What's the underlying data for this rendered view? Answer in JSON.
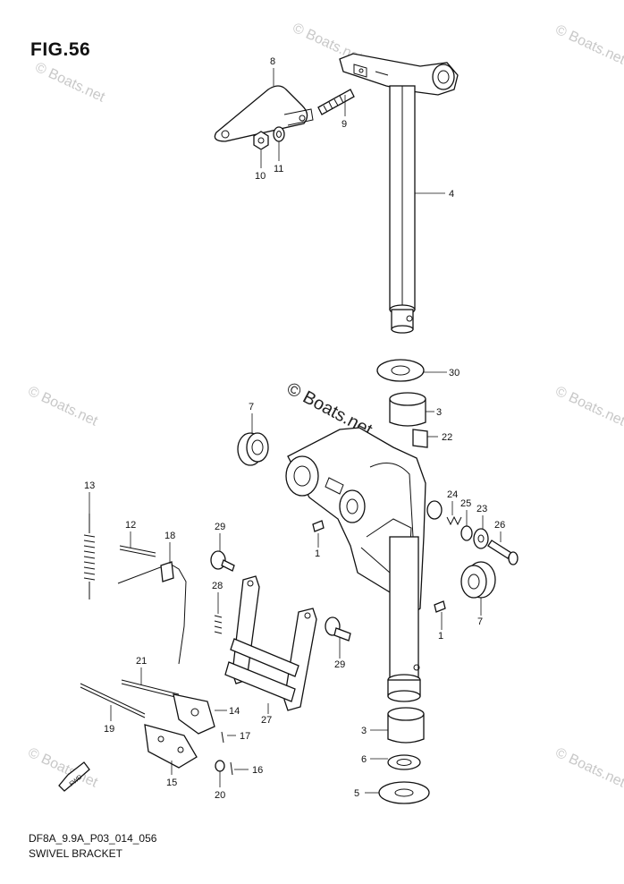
{
  "figure": {
    "title": "FIG.56",
    "code": "DF8A_9.9A_P03_014_056",
    "name": "SWIVEL BRACKET",
    "watermark": "© Boats.net",
    "direction_label": "FWD"
  },
  "callouts": [
    {
      "id": "c8",
      "label": "8"
    },
    {
      "id": "c9",
      "label": "9"
    },
    {
      "id": "c10",
      "label": "10"
    },
    {
      "id": "c11",
      "label": "11"
    },
    {
      "id": "c4",
      "label": "4"
    },
    {
      "id": "c30",
      "label": "30"
    },
    {
      "id": "c3a",
      "label": "3"
    },
    {
      "id": "c22",
      "label": "22"
    },
    {
      "id": "c7a",
      "label": "7"
    },
    {
      "id": "c13",
      "label": "13"
    },
    {
      "id": "c12",
      "label": "12"
    },
    {
      "id": "c18",
      "label": "18"
    },
    {
      "id": "c29a",
      "label": "29"
    },
    {
      "id": "c28",
      "label": "28"
    },
    {
      "id": "c1a",
      "label": "1"
    },
    {
      "id": "c24",
      "label": "24"
    },
    {
      "id": "c25",
      "label": "25"
    },
    {
      "id": "c23",
      "label": "23"
    },
    {
      "id": "c26",
      "label": "26"
    },
    {
      "id": "c7b",
      "label": "7"
    },
    {
      "id": "c1b",
      "label": "1"
    },
    {
      "id": "c29b",
      "label": "29"
    },
    {
      "id": "c21",
      "label": "21"
    },
    {
      "id": "c14",
      "label": "14"
    },
    {
      "id": "c19",
      "label": "19"
    },
    {
      "id": "c27",
      "label": "27"
    },
    {
      "id": "c17",
      "label": "17"
    },
    {
      "id": "c3b",
      "label": "3"
    },
    {
      "id": "c6",
      "label": "6"
    },
    {
      "id": "c16",
      "label": "16"
    },
    {
      "id": "c15",
      "label": "15"
    },
    {
      "id": "c20",
      "label": "20"
    },
    {
      "id": "c5",
      "label": "5"
    }
  ]
}
